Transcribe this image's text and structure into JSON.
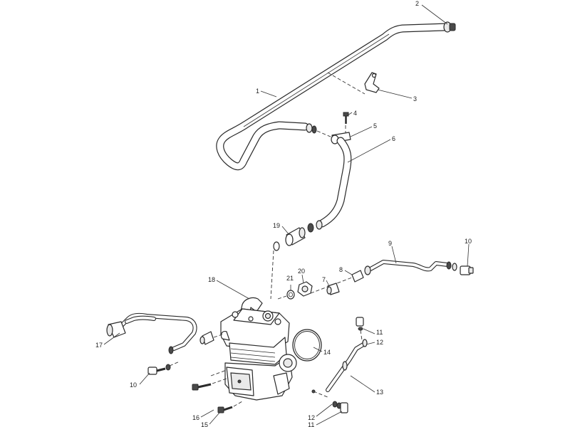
{
  "callouts": {
    "c1": "1",
    "c2": "2",
    "c3": "3",
    "c4": "4",
    "c5": "5",
    "c6": "6",
    "c7": "7",
    "c8": "8",
    "c9": "9",
    "c10a": "10",
    "c10b": "10",
    "c11a": "11",
    "c11b": "11",
    "c12a": "12",
    "c12b": "12",
    "c13": "13",
    "c14": "14",
    "c15": "15",
    "c16": "16",
    "c17": "17",
    "c18": "18",
    "c19": "19",
    "c20": "20",
    "c21": "21"
  }
}
